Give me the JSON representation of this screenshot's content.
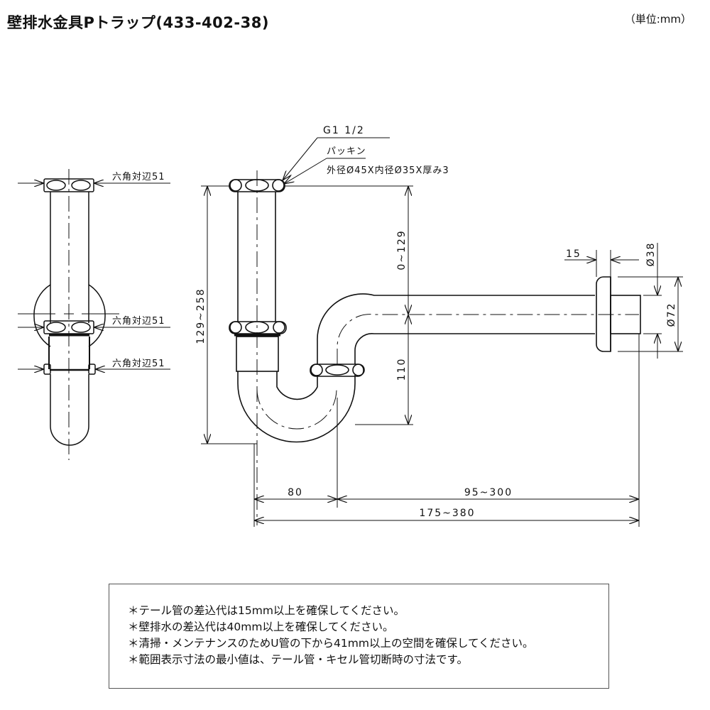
{
  "header": {
    "title": "壁排水金具Pトラップ(433-402-38)",
    "unit": "（単位:mm）"
  },
  "callouts": {
    "thread": "G1  1/2",
    "packing_label": "パッキン",
    "packing_spec": "外径Ø45X内径Ø35X厚み3"
  },
  "side_view": {
    "hex_top": "六角対辺51",
    "hex_mid": "六角対辺51",
    "hex_bottom": "六角対辺51"
  },
  "dimensions": {
    "total_height": "129~258",
    "upper_height": "0~129",
    "lower_height": "110",
    "flange_thickness": "15",
    "pipe_diameter": "Ø38",
    "flange_diameter": "Ø72",
    "trap_width": "80",
    "wall_distance": "95~300",
    "total_length": "175~380"
  },
  "notes": [
    "＊テール管の差込代は15mm以上を確保してください。",
    "＊壁排水の差込代は40mm以上を確保してください。",
    "＊清掃・メンテナンスのためU管の下から41mm以上の空間を確保してください。",
    "＊範囲表示寸法の最小値は、テール管・キセル管切断時の寸法です。"
  ],
  "colors": {
    "line": "#111111",
    "background": "#ffffff"
  }
}
